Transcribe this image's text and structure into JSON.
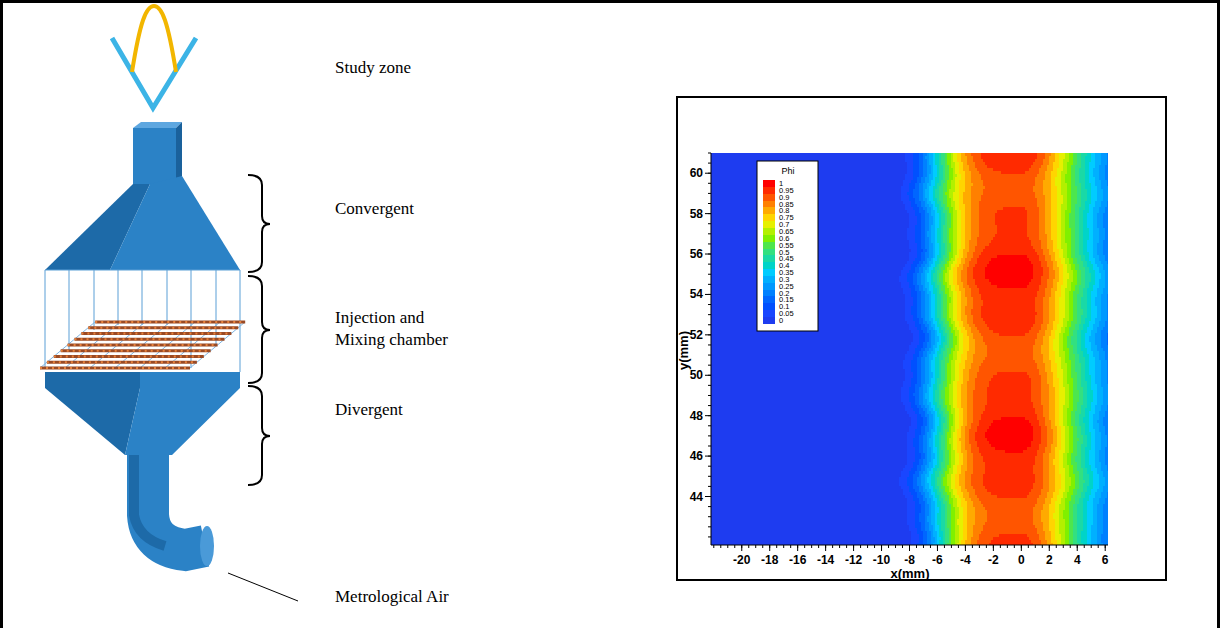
{
  "diagram": {
    "labels": [
      "Study zone",
      "Convergent",
      "Injection and Mixing chamber",
      "Divergent",
      "Metrological Air",
      "Phi",
      "60",
      "58",
      "56",
      "54",
      "52",
      "50",
      "48",
      "46",
      "44",
      "y(mm)",
      "-20",
      "-18",
      "-16",
      "-14",
      "-12",
      "-10",
      "-8",
      "-6",
      "-4",
      "-2",
      "0",
      "2",
      "4",
      "6",
      "x(mm)"
    ],
    "legend": [
      {
        "text": "1",
        "color": "#ff0000"
      },
      {
        "text": "0.95",
        "color": "#ff2a00"
      },
      {
        "text": "0.9",
        "color": "#ff5500"
      },
      {
        "text": "0.85",
        "color": "#ff8000"
      },
      {
        "text": "0.8",
        "color": "#ffaa00"
      },
      {
        "text": "0.75",
        "color": "#ffd500"
      },
      {
        "text": "0.7",
        "color": "#e6f000"
      },
      {
        "text": "0.65",
        "color": "#b3f000"
      },
      {
        "text": "0.6",
        "color": "#80f000"
      },
      {
        "text": "0.55",
        "color": "#4de64d"
      },
      {
        "text": "0.5",
        "color": "#33e080"
      },
      {
        "text": "0.45",
        "color": "#1ad9a6"
      },
      {
        "text": "0.4",
        "color": "#00d4c8"
      },
      {
        "text": "0.35",
        "color": "#00ccff"
      },
      {
        "text": "0.3",
        "color": "#00b0ff"
      },
      {
        "text": "0.25",
        "color": "#0099ff"
      },
      {
        "text": "0.2",
        "color": "#0080ff"
      },
      {
        "text": "0.15",
        "color": "#0066ff"
      },
      {
        "text": "0.1",
        "color": "#0050ff"
      },
      {
        "text": "0.05",
        "color": "#1a46ff"
      },
      {
        "text": "0",
        "color": "#1e3cf0"
      }
    ]
  }
}
